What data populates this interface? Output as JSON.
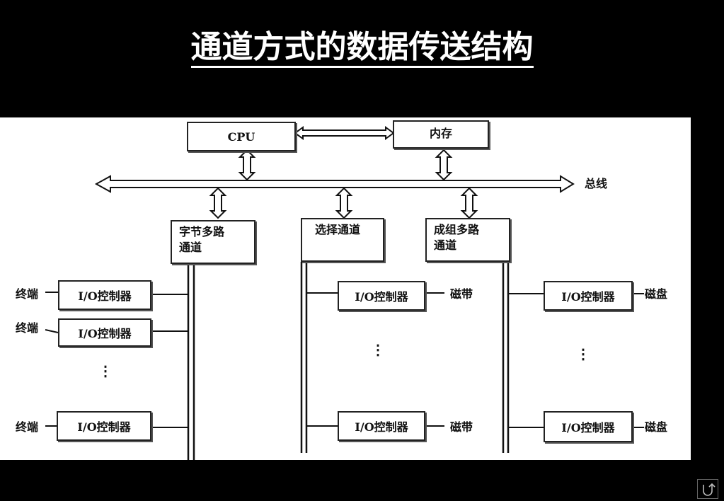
{
  "title": "通道方式的数据传送结构",
  "diagram": {
    "cpu": "CPU",
    "memory": "内存",
    "bus": "总线",
    "channels": {
      "byte_multiplex": [
        "字节多路",
        "通道"
      ],
      "selector": "选择通道",
      "block_multiplex": [
        "成组多路",
        "通道"
      ]
    },
    "io_controller": "I/O控制器",
    "devices": {
      "terminal": "终端",
      "tape": "磁带",
      "disk": "磁盘"
    },
    "ellipsis": "⋮"
  },
  "nav": {
    "return_icon": "return-icon"
  }
}
